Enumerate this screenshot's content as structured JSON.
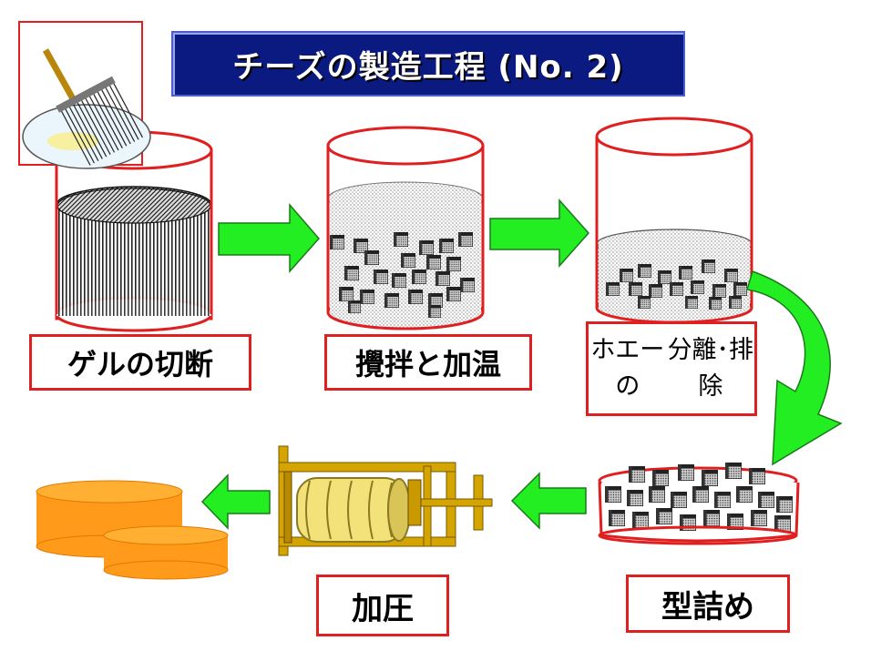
{
  "title": "チーズの製造工程 (No. 2)",
  "steps": [
    {
      "label": "ゲルの切断"
    },
    {
      "label": "攪拌と加温"
    },
    {
      "label_line1": "ホエーの",
      "label_line2": "分離･排除"
    },
    {
      "label": "加圧"
    },
    {
      "label": "型詰め"
    }
  ],
  "colors": {
    "title_bg": "#0b1a80",
    "label_border": "#e02020",
    "arrow_green": "#22ee22",
    "arrow_border": "#1a7a1a",
    "cheese_orange": "#ff9a1a"
  },
  "icons": [
    "gel-cutter-icon",
    "curd-cube-icon",
    "cheese-press-icon",
    "cheese-wheel-icon",
    "green-arrow-icon"
  ]
}
